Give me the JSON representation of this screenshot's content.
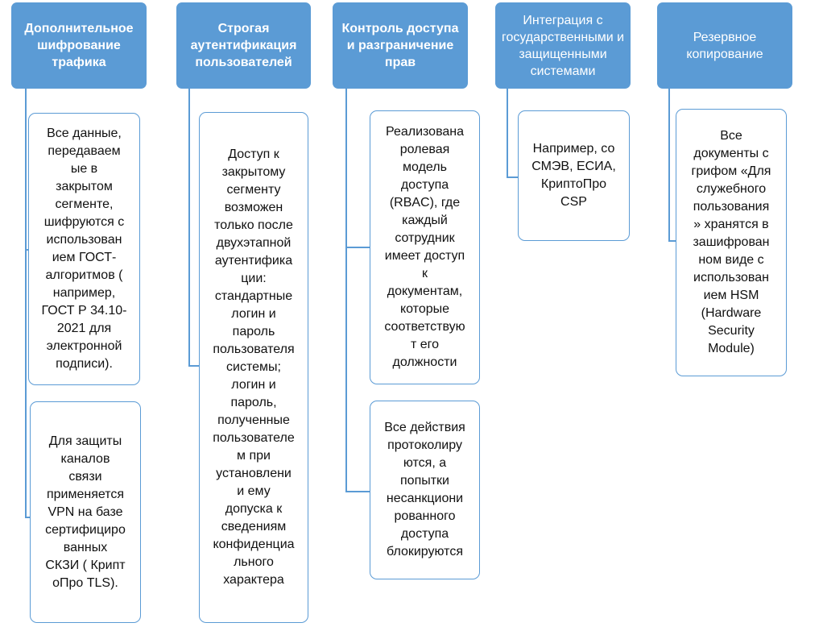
{
  "columns": [
    {
      "title": "Дополнительное шифрование трафика",
      "cards": [
        "Все данные,\nпередаваем\nые в\nзакрытом\nсегменте,\nшифруются с\nиспользован\nием ГОСТ-\nалгоритмов (\nнапример,\nГОСТ Р 34.10-\n2021 для\nэлектронной\nподписи).",
        "Для защиты\nканалов\nсвязи\nприменяется\nVPN на базе\nсертифициро\nванных\nСКЗИ ( Крипт\nоПро TLS)."
      ]
    },
    {
      "title": "Строгая аутентификация пользователей",
      "cards": [
        "Доступ к\nзакрытому\nсегменту\nвозможен\nтолько после\nдвухэтапной\nаутентифика\nции:\nстандартные\nлогин и\nпароль\nпользователя\nсистемы;\nлогин и\nпароль,\nполученные\nпользователе\nм при\nустановлени\nи ему\nдопуска к\nсведениям\nконфиденциа\nльного\nхарактера"
      ]
    },
    {
      "title": "Контроль доступа и разграничение прав",
      "cards": [
        "Реализована\nролевая\nмодель\nдоступа\n(RBAC), где\nкаждый\nсотрудник\nимеет доступ\nк\nдокументам,\nкоторые\nсоответствую\nт его\nдолжности",
        "Все действия\nпротоколиру\nются, а\nпопытки\nнесанкциони\nрованного\nдоступа\nблокируются"
      ]
    },
    {
      "title": "Интеграция с государственными и защищенными системами",
      "cards": [
        "Например, со\nСМЭВ, ЕСИА,\nКриптоПро\nCSP"
      ]
    },
    {
      "title": "Резервное копирование",
      "cards": [
        "Все\nдокументы с\nгрифом «Для\nслужебного\nпользования\n» хранятся в\nзашифрован\nном виде с\nиспользован\nием HSM\n(Hardware\nSecurity\nModule)"
      ]
    }
  ],
  "colors": {
    "header_fill": "#5b9bd5",
    "header_text": "#ffffff",
    "card_border": "#5b9bd5",
    "card_text": "#111111"
  }
}
